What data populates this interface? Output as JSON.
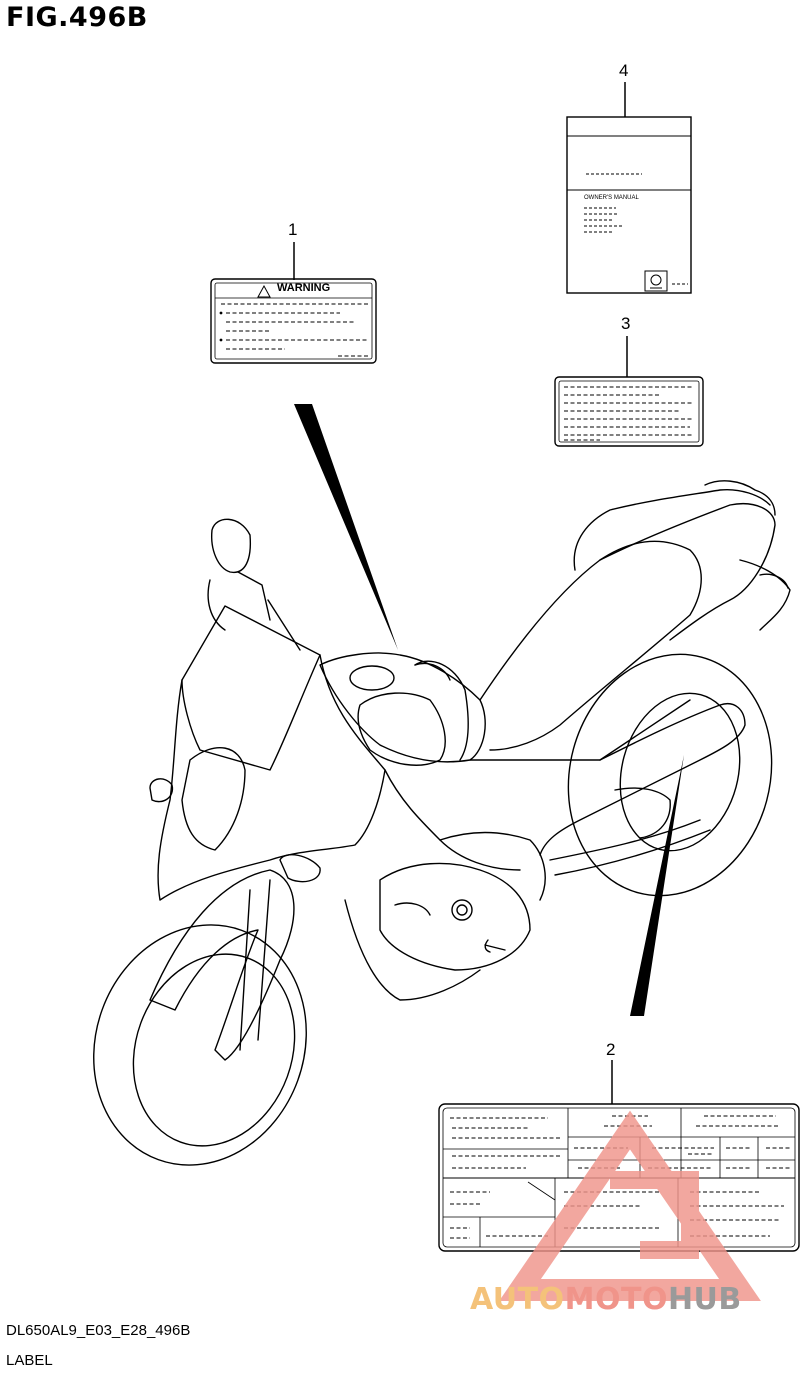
{
  "figure": {
    "title": "FIG.496B",
    "model_code": "DL650AL9_E03_E28_496B",
    "section_label": "LABEL"
  },
  "callouts": [
    {
      "number": "1"
    },
    {
      "number": "2"
    },
    {
      "number": "3"
    },
    {
      "number": "4"
    }
  ],
  "labels": {
    "warning_label": {
      "heading": "WARNING"
    },
    "manual": {
      "text": "OWNER'S MANUAL"
    }
  },
  "watermark": {
    "part1": "AUTO",
    "part2": "MOTO",
    "part3": "HUB",
    "colors": {
      "auto": "#f4c27a",
      "moto": "#f0948a",
      "hub": "#9a9a9a",
      "triangle": "#f0948a"
    }
  }
}
